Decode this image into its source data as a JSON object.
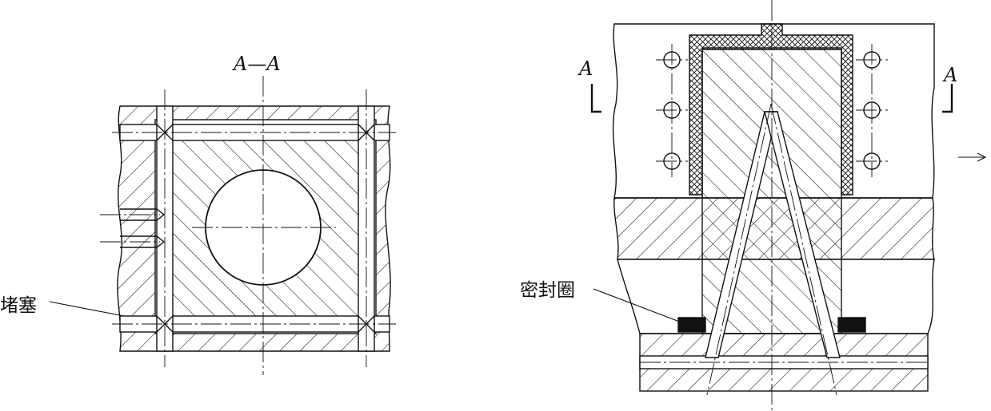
{
  "left_view": {
    "section_title": "A—A",
    "plug_label": "堵塞"
  },
  "right_view": {
    "section_mark_left": "A",
    "section_mark_right": "A",
    "seal_label": "密封圈"
  },
  "colors": {
    "line": "#111111",
    "background": "#ffffff",
    "seal_fill": "#111111"
  }
}
